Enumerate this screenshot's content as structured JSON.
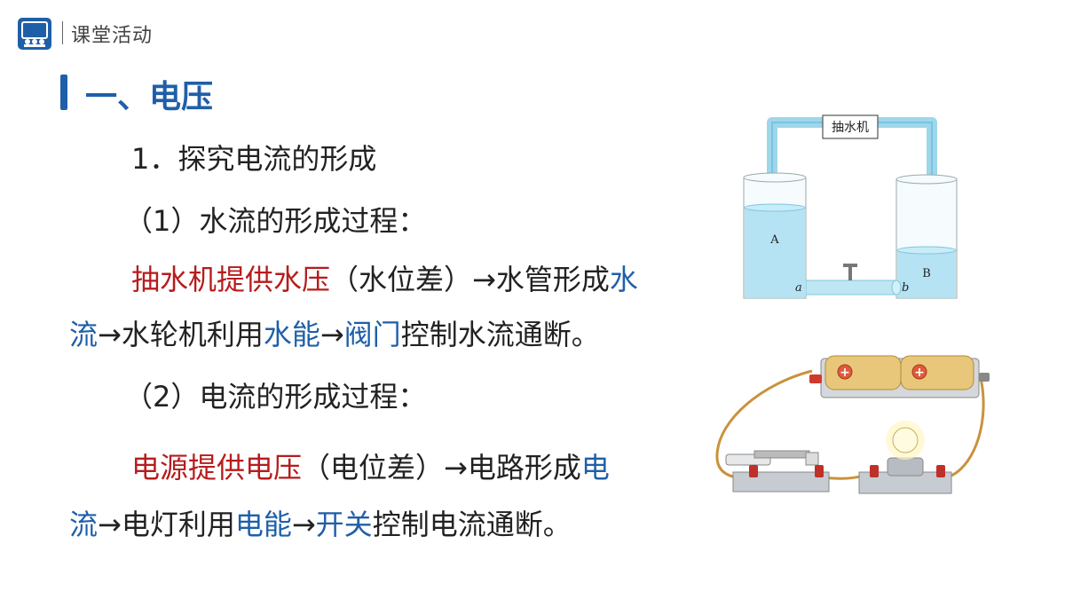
{
  "header": {
    "section": "课堂活动"
  },
  "title": "一、电压",
  "subtitle": "1．探究电流的形成",
  "water": {
    "heading": "（1）水流的形成过程：",
    "p1": "抽水机提供水压",
    "p2": "（水位差）→水管形成",
    "p3": "水",
    "p4": "流",
    "p5": "→水轮机利用",
    "p6": "水能",
    "p7": "→",
    "p8": "阀门",
    "p9": "控制水流通断。"
  },
  "electric": {
    "heading": "（2）电流的形成过程：",
    "p1": "电源提供电压",
    "p2": "（电位差）→电路形成",
    "p3": "电",
    "p4": "流",
    "p5": "→电灯利用",
    "p6": "电能",
    "p7": "→",
    "p8": "开关",
    "p9": "控制电流通断。"
  },
  "water_diagram": {
    "pump_label": "抽水机",
    "tank_a": "A",
    "tank_b": "B",
    "point_a": "a",
    "point_b": "b"
  },
  "colors": {
    "accent_blue": "#1f5fa8",
    "accent_red": "#b71c1c"
  }
}
